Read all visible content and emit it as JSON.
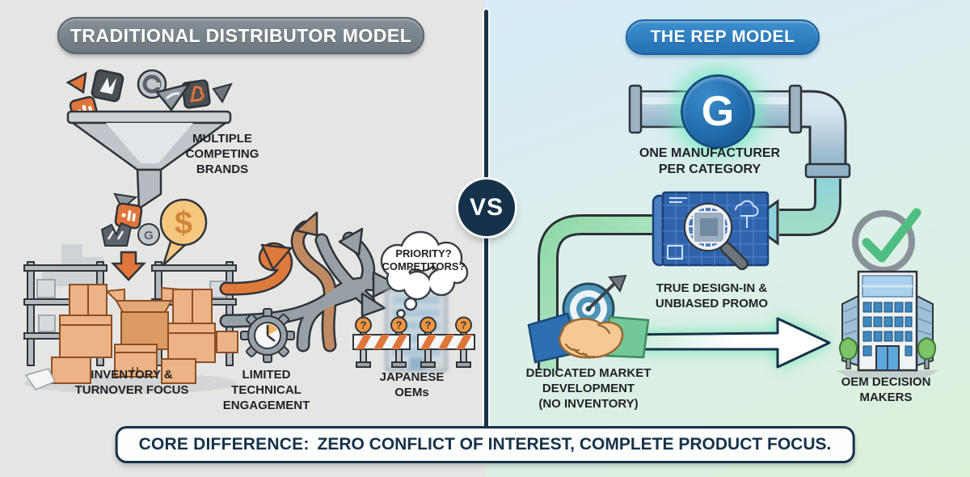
{
  "left": {
    "header": "TRADITIONAL DISTRIBUTOR MODEL",
    "brands_label": "MULTIPLE\nCOMPETING\nBRANDS",
    "inventory_label": "INVENTORY &\nTURNOVER FOCUS",
    "technical_label": "LIMITED\nTECHNICAL\nENGAGEMENT",
    "thought_bubble": "PRIORITY?\nCOMPETITORS?",
    "oems_label": "JAPANESE\nOEMs",
    "dollar_sign": "$",
    "question_mark": "?",
    "brand_letter_g": "G"
  },
  "center": {
    "vs": "VS"
  },
  "right": {
    "header": "THE REP MODEL",
    "logo_letter": "G",
    "manufacturer_label": "ONE MANUFACTURER\nPER CATEGORY",
    "design_label": "TRUE DESIGN-IN &\nUNBIASED PROMO",
    "market_label": "DEDICATED MARKET\nDEVELOPMENT\n(NO INVENTORY)",
    "oem_label": "OEM DECISION\nMAKERS"
  },
  "footer": {
    "label": "CORE DIFFERENCE:",
    "text": "ZERO CONFLICT OF INTEREST, COMPLETE PRODUCT FOCUS."
  },
  "colors": {
    "navy": "#16324a",
    "left_bg": "#e5e5e3",
    "right_bg_top": "#d7ebf8",
    "right_bg_bottom": "#ddf0da",
    "orange": "#e0763c",
    "box_tan": "#ecb386",
    "pill_gray": "#78828a",
    "pill_blue": "#2e7cc0",
    "teal_pipe": "#7fcbd8",
    "green": "#4fbe82",
    "mint_glow": "#7ee8c0"
  },
  "icons": [
    "funnel-icon",
    "brand-logo-icons",
    "down-arrow-icon",
    "dollar-bubble-icon",
    "shelf-rack-icon",
    "cardboard-boxes-icon",
    "tangled-arrows-icon",
    "gear-clock-icon",
    "thought-bubble-icon",
    "barrier-icon",
    "blurred-building-icon",
    "pipe-icon",
    "g-logo-icon",
    "blueprint-magnifier-icon",
    "curved-arrow-icon",
    "green-connector-icon",
    "handshake-icon",
    "target-dart-icon",
    "straight-arrow-icon",
    "check-circle-icon",
    "office-building-icon",
    "vs-badge"
  ]
}
